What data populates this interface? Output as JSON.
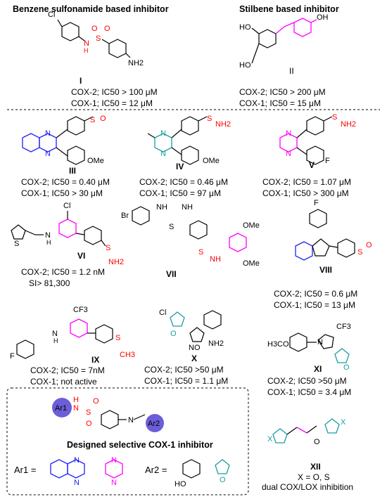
{
  "headings": {
    "benzene": "Benzene sulfonamide based inhibitor",
    "stilbene": "Stilbene based inhibitor",
    "designed": "Designed selective COX-1 inhibitor"
  },
  "compounds": [
    {
      "id": "I",
      "cox2": "COX-2; IC50 > 100 μM",
      "cox1": "COX-1; IC50 = 12 μM"
    },
    {
      "id": "II",
      "cox2": "COX-2; IC50 > 200 μM",
      "cox1": "COX-1; IC50 = 15 μM"
    },
    {
      "id": "III",
      "cox2": "COX-2; IC50 = 0.40 μM",
      "cox1": "COX-1; IC50 > 30 μM"
    },
    {
      "id": "IV",
      "cox2": "COX-2; IC50 = 0.46 μM",
      "cox1": "COX-1; IC50 = 97 μM"
    },
    {
      "id": "V",
      "cox2": "COX-2; IC50 = 1.07 μM",
      "cox1": "COX-1; IC50 > 300 μM"
    },
    {
      "id": "VI",
      "cox2": "COX-2; IC50 = 1.2 nM",
      "cox1": "SI> 81,300"
    },
    {
      "id": "VII"
    },
    {
      "id": "VIII",
      "cox2": "COX-2; IC50 = 0.6 μM",
      "cox1": "COX-1; IC50 = 13 μM"
    },
    {
      "id": "IX",
      "cox2": "COX-2; IC50 = 7nM",
      "cox1": "COX-1; not active"
    },
    {
      "id": "X",
      "cox2": "COX-2; IC50 >50 μM",
      "cox1": "COX-1; IC50 = 1.1 μM"
    },
    {
      "id": "XI",
      "cox2": "COX-2; IC50 >50 μM",
      "cox1": "COX-1; IC50 = 3.4 μM"
    },
    {
      "id": "XII",
      "note1": "X = O, S",
      "note2": "dual COX/LOX inhibition"
    }
  ],
  "atoms": {
    "cl": "Cl",
    "br": "Br",
    "f": "F",
    "h": "H",
    "n": "N",
    "nh": "NH",
    "nh2": "NH2",
    "o": "O",
    "s": "S",
    "ho": "HO",
    "oh": "OH",
    "ome": "OMe",
    "meo": "H3CO",
    "cf3": "CF3",
    "ch3": "CH3",
    "x": "X",
    "ar1": "Ar1",
    "ar2": "Ar2",
    "meo2": "H3CO"
  },
  "legend": {
    "ar1_eq": "Ar1 =",
    "ar2_eq": "Ar2 ="
  },
  "colors": {
    "blue": "#2020ff",
    "magenta": "#ff00ff",
    "teal": "#1a9f9f",
    "red": "#ff0000",
    "bubble": "#6b5ed8"
  }
}
